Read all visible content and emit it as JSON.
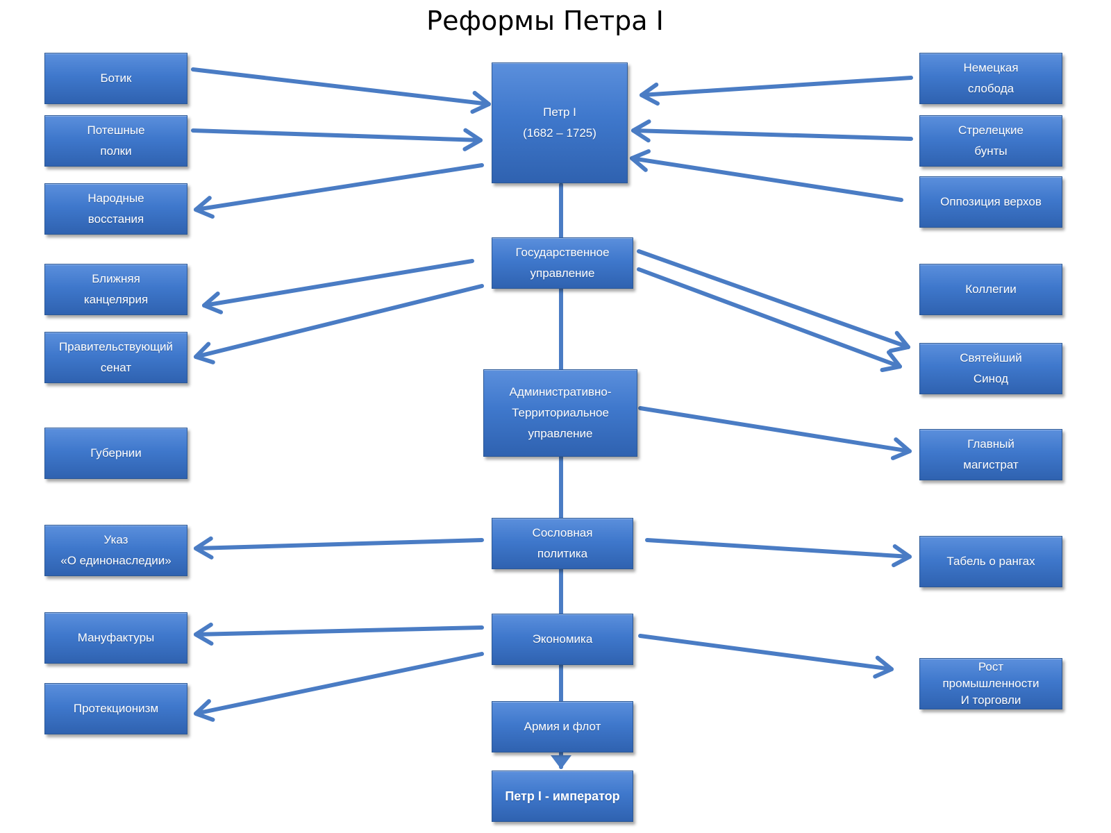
{
  "title": "Реформы Петра I",
  "colors": {
    "box": "#3f78cc",
    "arrow": "#4a7cc4",
    "text": "#ffffff"
  },
  "boxes": {
    "botik": "Ботик",
    "poteshnye": "Потешные\nполки",
    "narodnye": "Народные\nвосстания",
    "blizhnyaya": "Ближняя\nканцелярия",
    "senat": "Правительствующий\nсенат",
    "gubernii": "Губернии",
    "ukaz": "Указ\n«О единонаследии»",
    "manufaktury": "Мануфактуры",
    "protekcionizm": "Протекционизм",
    "petr": "Петр I\n(1682 – 1725)",
    "gosupr": "Государственное\nуправление",
    "admin": "Административно-\nТерриториальное\nуправление",
    "soslovnaya": "Сословная\nполитика",
    "ekonomika": "Экономика",
    "armiya": "Армия и флот",
    "imperator": "Петр I - император",
    "nemeckaya": "Немецкая\nслобода",
    "streleckie": "Стрелецкие\nбунты",
    "oppoziciya": "Оппозиция верхов",
    "kollegii": "Коллегии",
    "sinod": "Святейший\nСинод",
    "magistrat": "Главный\nмагистрат",
    "tabel": "Табель о рангах",
    "rost": "Рост\nпромышленности\nИ торговли"
  },
  "connections": [
    {
      "from": "botik",
      "to": "petr"
    },
    {
      "from": "poteshnye",
      "to": "petr"
    },
    {
      "from": "petr",
      "to": "narodnye"
    },
    {
      "from": "nemeckaya",
      "to": "petr"
    },
    {
      "from": "streleckie",
      "to": "petr"
    },
    {
      "from": "oppoziciya",
      "to": "petr"
    },
    {
      "from": "gosupr",
      "to": "blizhnyaya"
    },
    {
      "from": "gosupr",
      "to": "senat"
    },
    {
      "from": "gosupr",
      "to": "sinod"
    },
    {
      "from": "gosupr",
      "to": "sinod"
    },
    {
      "from": "admin",
      "to": "magistrat"
    },
    {
      "from": "soslovnaya",
      "to": "ukaz"
    },
    {
      "from": "soslovnaya",
      "to": "tabel"
    },
    {
      "from": "ekonomika",
      "to": "manufaktury"
    },
    {
      "from": "ekonomika",
      "to": "protekcionizm"
    },
    {
      "from": "ekonomika",
      "to": "rost"
    },
    {
      "from": "armiya",
      "to": "imperator"
    }
  ]
}
